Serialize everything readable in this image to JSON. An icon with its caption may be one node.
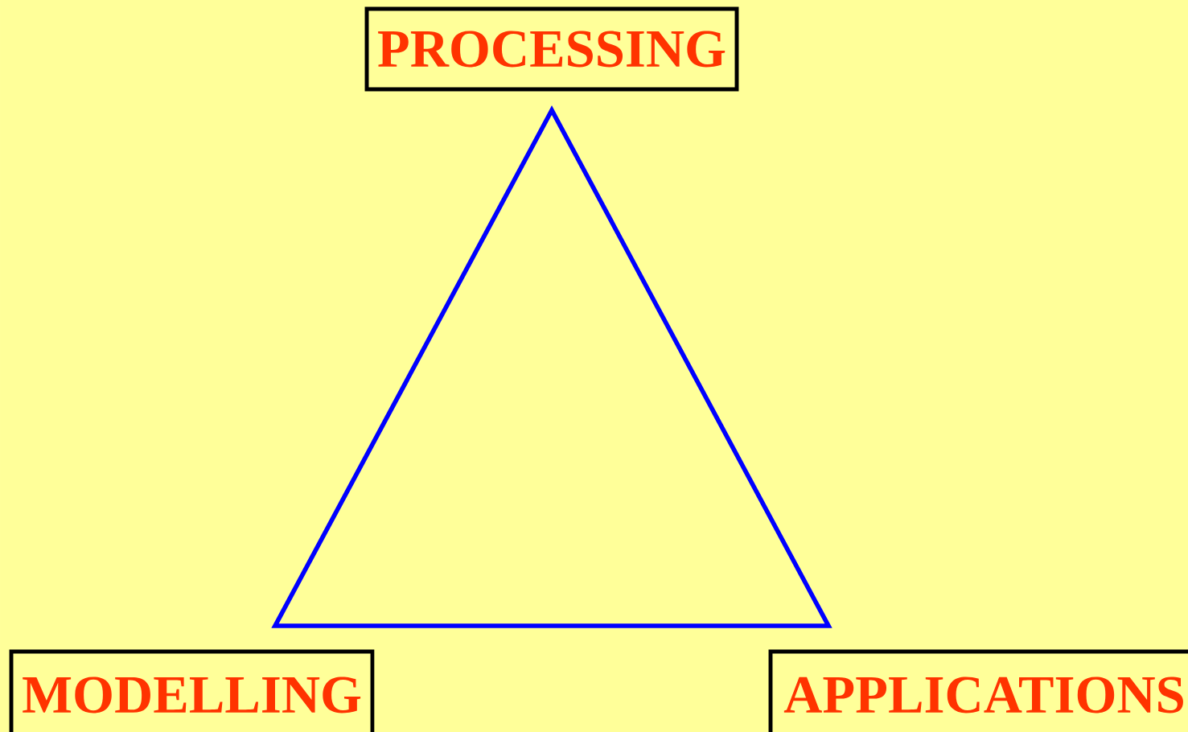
{
  "diagram": {
    "nodes": [
      {
        "text": [
          "PROCESSING"
        ]
      },
      {
        "text": [],
        "shape": "triangle"
      },
      {
        "text": [
          "MODELLING"
        ]
      },
      {
        "text": [
          "APPLICATIONS"
        ]
      }
    ]
  }
}
